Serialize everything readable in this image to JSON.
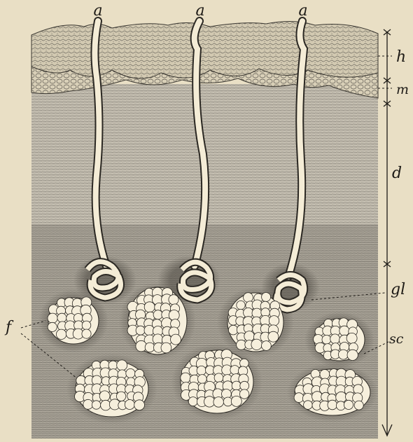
{
  "figure": {
    "labels": {
      "duct_a": "a",
      "horny_layer": "h",
      "mucous_layer": "m",
      "dermis": "d",
      "gland": "gl",
      "subcutis": "sc",
      "fat": "f"
    },
    "colors": {
      "paper": "#e9dfc5",
      "ink": "#1d1a16",
      "duct_fill": "#f4ecd6",
      "tissue_dark": "#8f8a80",
      "tissue_light": "#b9b4a8",
      "fat_cell": "#f6efdc"
    }
  }
}
